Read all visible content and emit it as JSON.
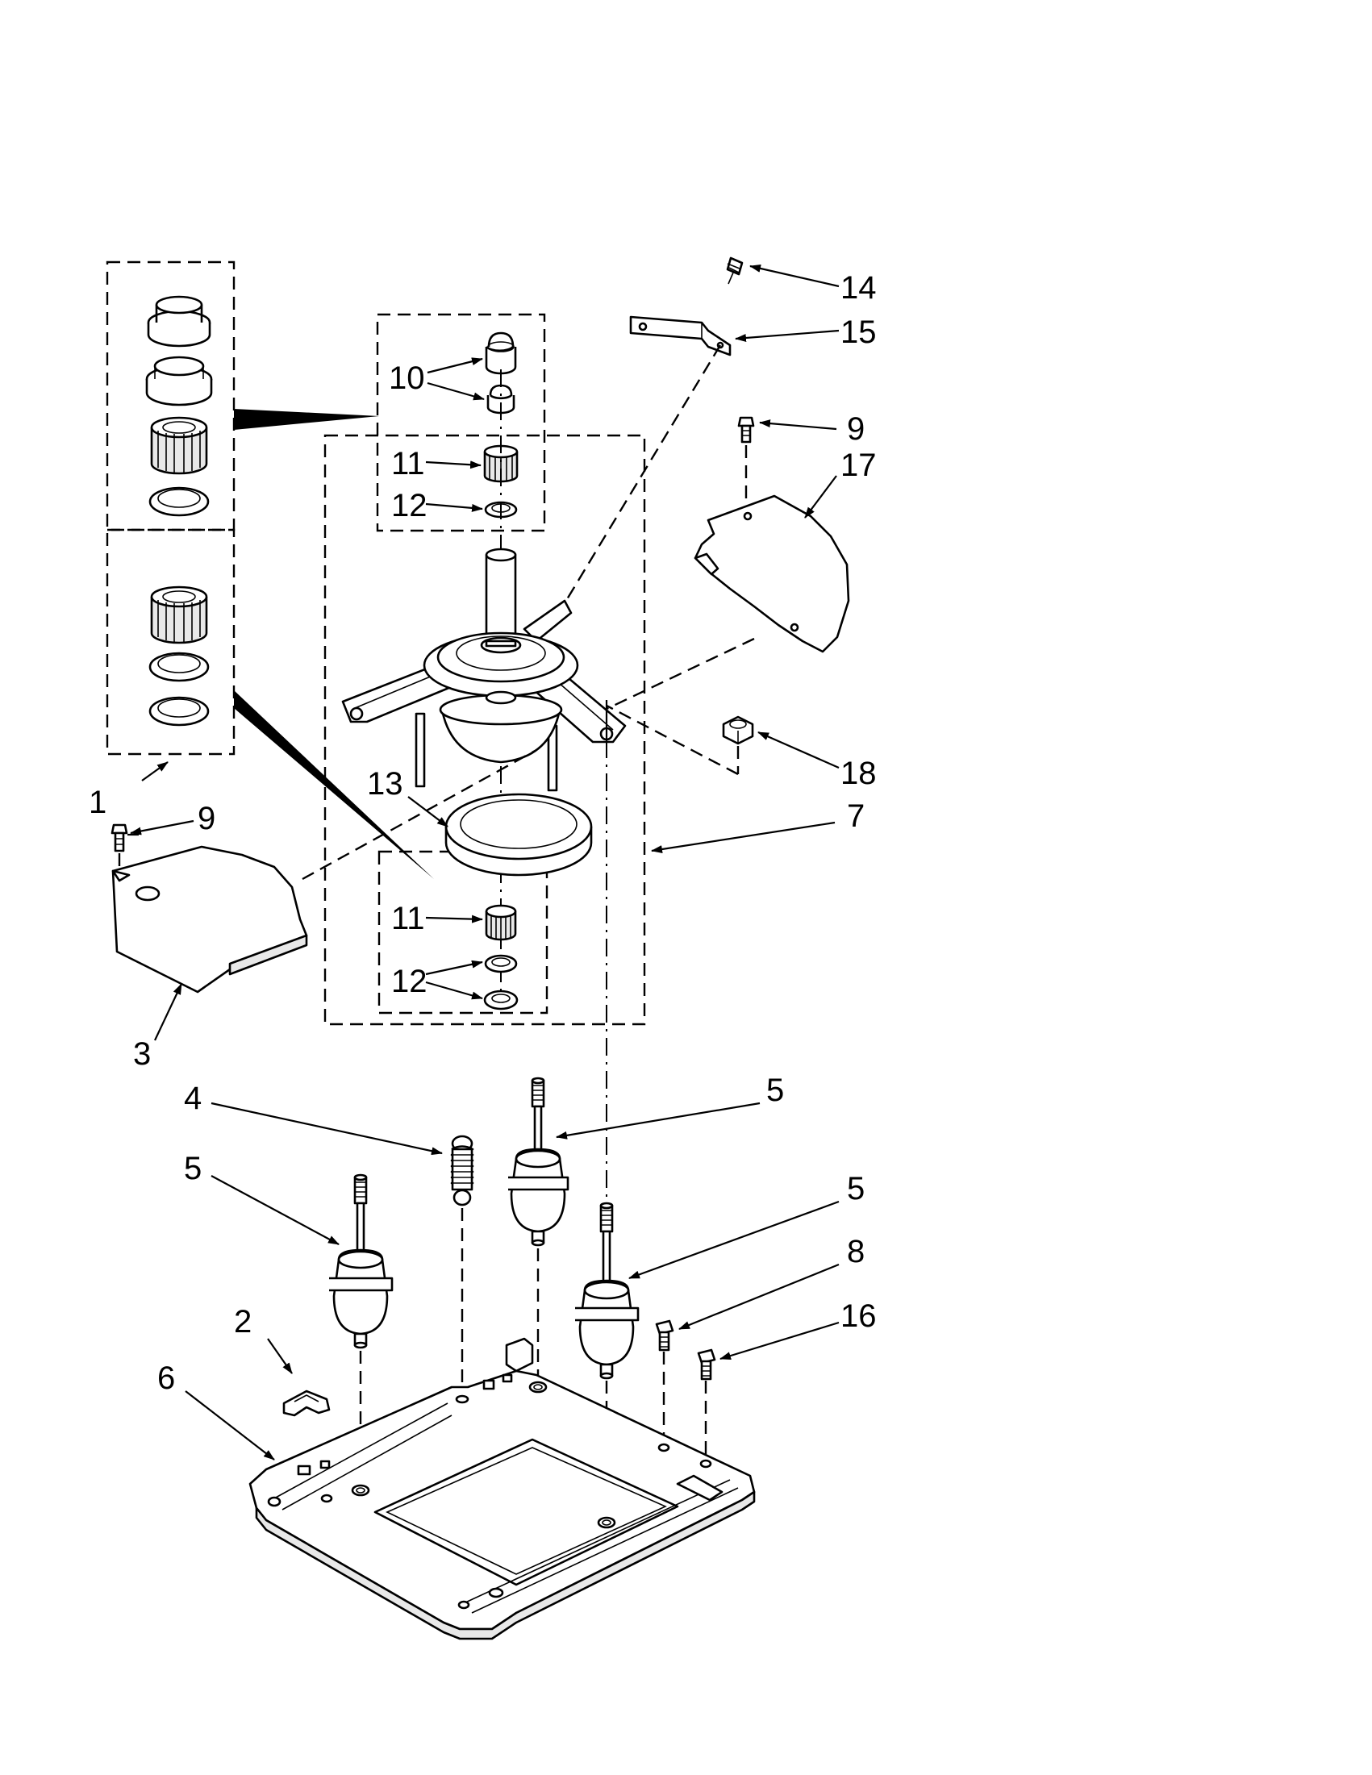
{
  "callouts": {
    "c1": "1",
    "c2": "2",
    "c3": "3",
    "c4": "4",
    "c5a": "5",
    "c5b": "5",
    "c5c": "5",
    "c6": "6",
    "c7": "7",
    "c8": "8",
    "c9a": "9",
    "c9b": "9",
    "c10": "10",
    "c11a": "11",
    "c11b": "11",
    "c12a": "12",
    "c12b": "12",
    "c13": "13",
    "c14": "14",
    "c15": "15",
    "c16": "16",
    "c17": "17",
    "c18": "18"
  }
}
